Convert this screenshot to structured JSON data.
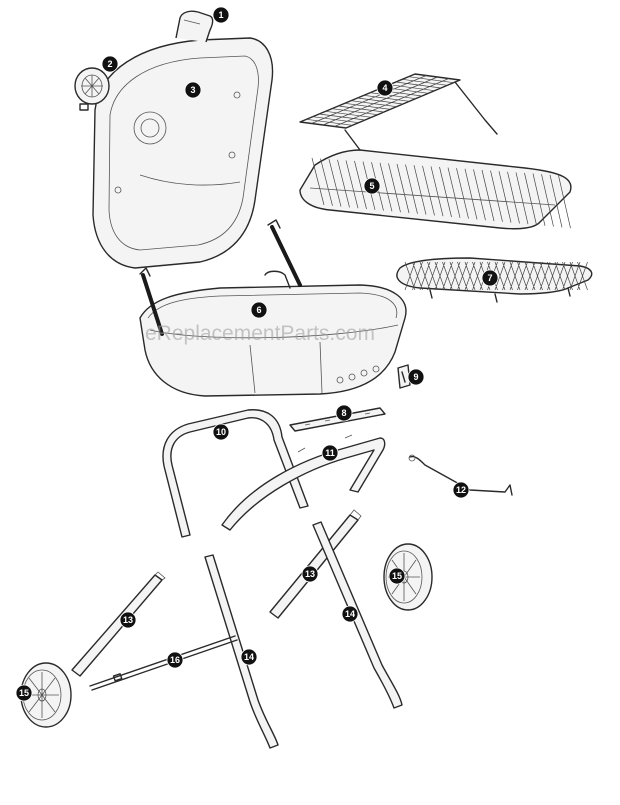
{
  "watermark": "eReplacementParts.com",
  "callouts": {
    "handle": "1",
    "damper": "2",
    "lid": "3",
    "warming_rack": "4",
    "cooking_grate": "5",
    "bowl": "6",
    "charcoal_grate": "7",
    "bracket": "8",
    "clip": "9",
    "handle_frame": "10",
    "frame_bar": "11",
    "hook": "12",
    "leg_upper_left": "13",
    "leg_upper_right": "13",
    "leg_lower_left": "14",
    "leg_lower_right": "14",
    "wheel_right": "15",
    "wheel_left": "15",
    "axle": "16"
  },
  "colors": {
    "line": "#2a2a2a",
    "callout": "#111111",
    "watermark": "#9a9a9a"
  }
}
